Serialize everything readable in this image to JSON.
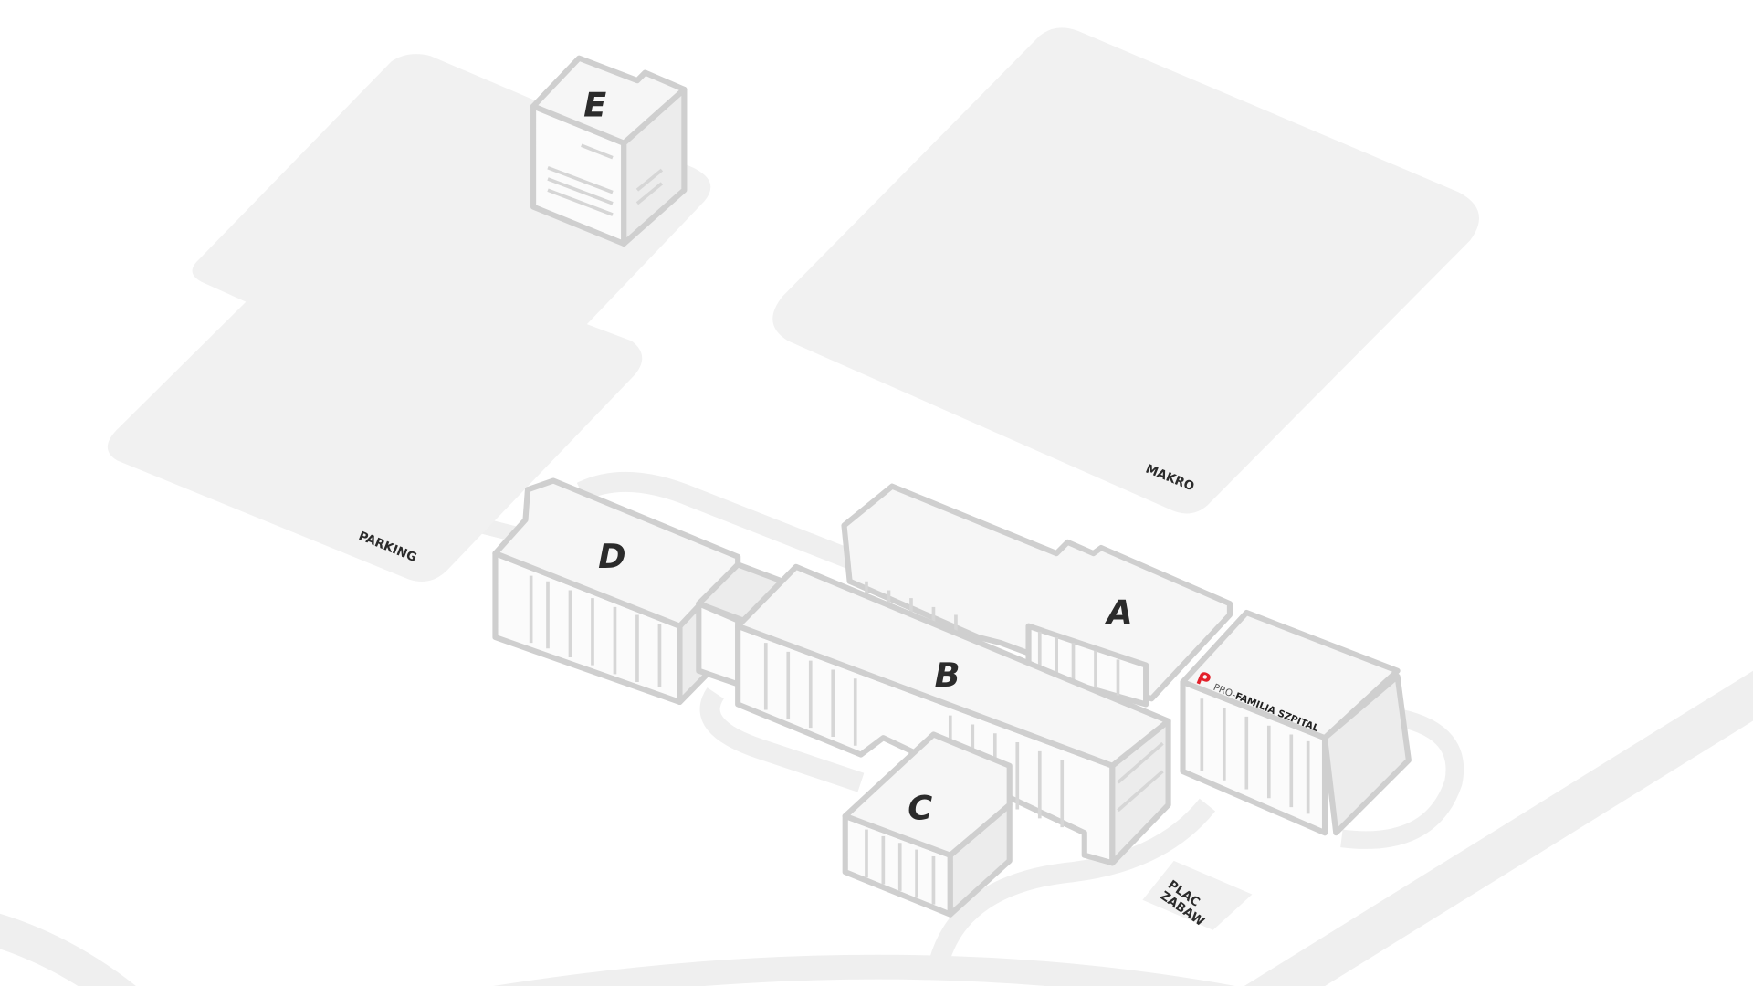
{
  "map": {
    "buildings": [
      {
        "id": "A",
        "label": "A"
      },
      {
        "id": "B",
        "label": "B"
      },
      {
        "id": "C",
        "label": "C"
      },
      {
        "id": "D",
        "label": "D"
      },
      {
        "id": "E",
        "label": "E"
      }
    ],
    "areas": {
      "parking": "PARKING",
      "makro": "MAKRO",
      "playground_line1": "PLAC",
      "playground_line2": "ZABAW"
    },
    "logo": {
      "prefix": "PRO-",
      "name": "FAMILIA SZPITAL",
      "brand_color": "#e3202a"
    }
  }
}
